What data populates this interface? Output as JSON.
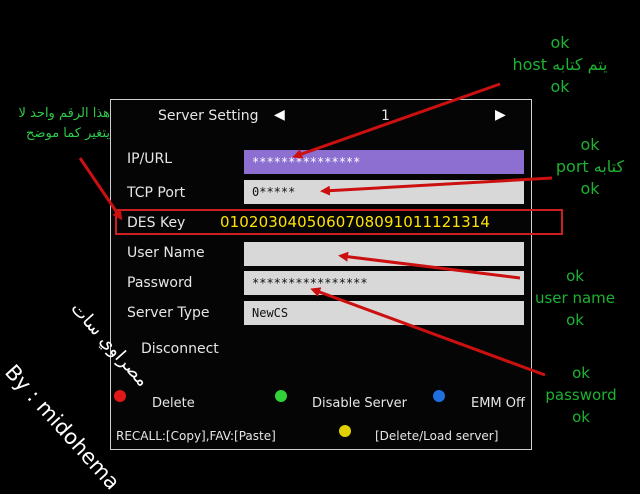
{
  "header": {
    "title": "Server Setting",
    "server_number": "1",
    "prev_icon": "triangle-left",
    "next_icon": "triangle-right"
  },
  "fields": {
    "ip_url": {
      "label": "IP/URL",
      "value": "***************"
    },
    "tcp_port": {
      "label": "TCP Port",
      "value": "0*****"
    },
    "des_key": {
      "label": "DES Key",
      "value": "0102030405060708091011121314"
    },
    "user_name": {
      "label": "User Name",
      "value": ""
    },
    "password": {
      "label": "Password",
      "value": "****************"
    },
    "server_type": {
      "label": "Server Type",
      "value": "NewCS"
    }
  },
  "disconnect": {
    "label": "Disconnect"
  },
  "footer": {
    "delete": {
      "label": "Delete",
      "color": "#e01818"
    },
    "disable_server": {
      "label": "Disable Server",
      "color": "#32d23a"
    },
    "emm_off": {
      "label": "EMM Off",
      "color": "#1f6fe0"
    },
    "recall_hint": "RECALL:[Copy],FAV:[Paste]",
    "delete_load": {
      "label": "[Delete/Load server]",
      "color": "#e0d000"
    }
  },
  "annotations": {
    "host": {
      "line1": "ok",
      "line2": "يتم كتابه host",
      "line3": "ok"
    },
    "port": {
      "line1": "ok",
      "line2": "كتابه port",
      "line3": "ok"
    },
    "user": {
      "line1": "ok",
      "line2": "user name",
      "line3": "ok"
    },
    "password": {
      "line1": "ok",
      "line2": "password",
      "line3": "ok"
    },
    "des_note": {
      "line1": "هذا الرقم واحد لا",
      "line2": "يتغير كما موضح"
    }
  },
  "watermark": {
    "by": "By : midohema",
    "arabic": "مصراوي سات"
  },
  "colors": {
    "annotation": "#1db233",
    "arrow": "#cc1010",
    "highlight_field": "#8c6fd1",
    "des_value": "#ffe300"
  }
}
